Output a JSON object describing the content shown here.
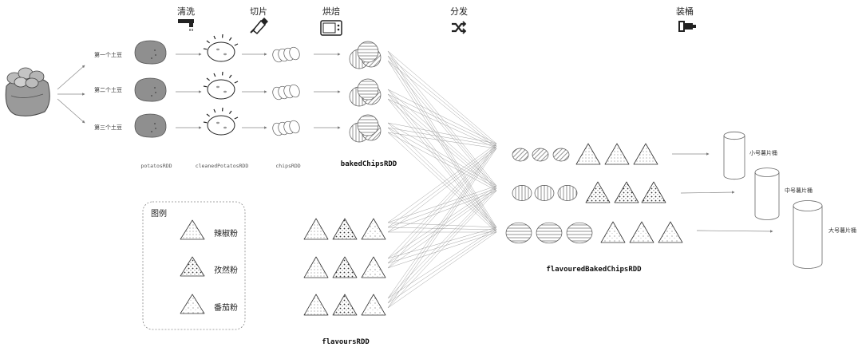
{
  "stages": [
    "清洗",
    "切片",
    "烘焙",
    "分发",
    "装桶"
  ],
  "rows": [
    "第一个土豆",
    "第二个土豆",
    "第三个土豆"
  ],
  "rdd_names": {
    "potatos": "potatosRDD",
    "cleaned": "cleanedPotatosRDD",
    "chips": "chipsRDD",
    "baked": "bakedChipsRDD",
    "flavours": "flavoursRDD",
    "flavoured": "flavouredBakedChipsRDD"
  },
  "legend": {
    "title": "图例",
    "items": [
      "辣椒粉",
      "孜然粉",
      "番茄粉"
    ]
  },
  "buckets": [
    "小号薯片桶",
    "中号薯片桶",
    "大号薯片桶"
  ],
  "icons": [
    "potato-sack-icon",
    "faucet-icon",
    "knife-icon",
    "oven-icon",
    "shuffle-icon",
    "bucket-machine-icon"
  ]
}
